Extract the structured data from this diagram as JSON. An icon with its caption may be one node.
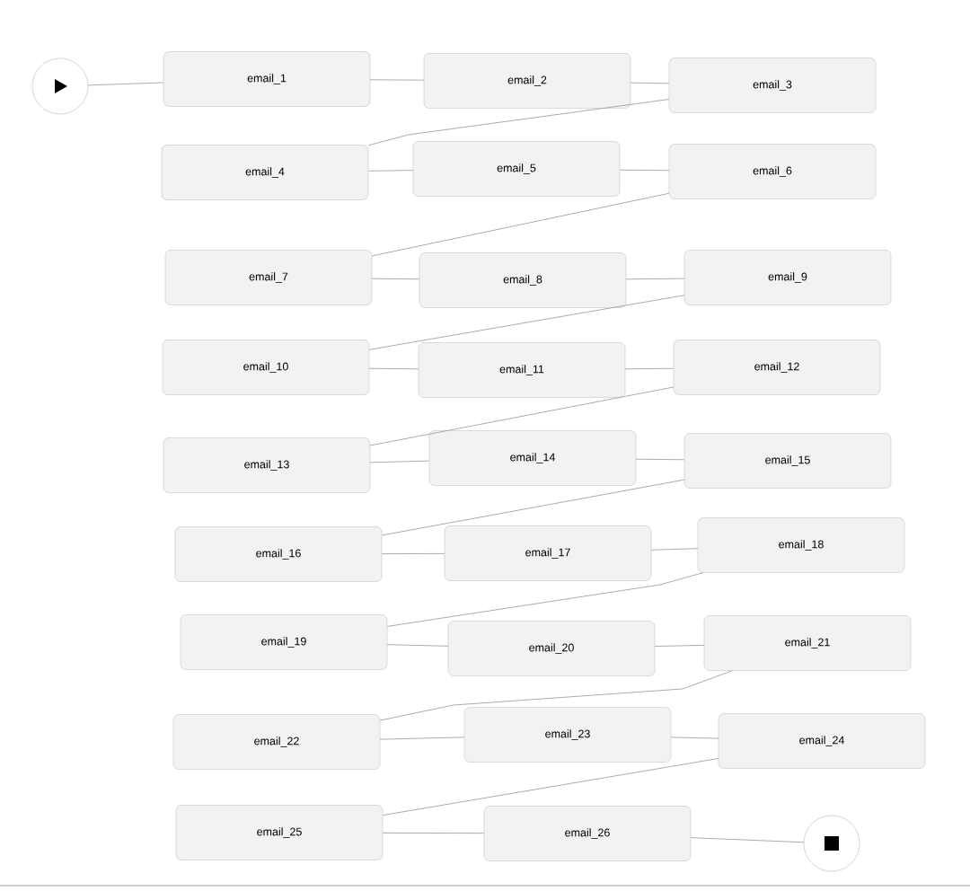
{
  "diagram": {
    "nodes": [
      {
        "text": [],
        "shape": "circle"
      },
      {
        "text": [
          "email_1"
        ]
      },
      {
        "text": [
          "email_2"
        ]
      },
      {
        "text": [
          "email_3"
        ]
      },
      {
        "text": [
          "email_4"
        ]
      },
      {
        "text": [
          "email_5"
        ]
      },
      {
        "text": [
          "email_6"
        ]
      },
      {
        "text": [
          "email_7"
        ]
      },
      {
        "text": [
          "email_8"
        ]
      },
      {
        "text": [
          "email_9"
        ]
      },
      {
        "text": [
          "email_10"
        ]
      },
      {
        "text": [
          "email_11"
        ]
      },
      {
        "text": [
          "email_12"
        ]
      },
      {
        "text": [
          "email_13"
        ]
      },
      {
        "text": [
          "email_14"
        ]
      },
      {
        "text": [
          "email_15"
        ]
      },
      {
        "text": [
          "email_16"
        ]
      },
      {
        "text": [
          "email_17"
        ]
      },
      {
        "text": [
          "email_18"
        ]
      },
      {
        "text": [
          "email_19"
        ]
      },
      {
        "text": [
          "email_20"
        ]
      },
      {
        "text": [
          "email_21"
        ]
      },
      {
        "text": [
          "email_22"
        ]
      },
      {
        "text": [
          "email_23"
        ]
      },
      {
        "text": [
          "email_24"
        ]
      },
      {
        "text": [
          "email_25"
        ]
      },
      {
        "text": [
          "email_26"
        ]
      },
      {
        "text": [],
        "shape": "circle"
      }
    ],
    "edges": [
      {
        "from": 0,
        "to": 1,
        "arrow": "none"
      },
      {
        "from": 1,
        "to": 2,
        "arrow": "none"
      },
      {
        "from": 2,
        "to": 3,
        "arrow": "none"
      },
      {
        "from": 3,
        "to": 4,
        "arrow": "none"
      },
      {
        "from": 4,
        "to": 5,
        "arrow": "none"
      },
      {
        "from": 5,
        "to": 6,
        "arrow": "none"
      },
      {
        "from": 6,
        "to": 7,
        "arrow": "none"
      },
      {
        "from": 7,
        "to": 8,
        "arrow": "none"
      },
      {
        "from": 8,
        "to": 9,
        "arrow": "none"
      },
      {
        "from": 9,
        "to": 10,
        "arrow": "none"
      },
      {
        "from": 10,
        "to": 11,
        "arrow": "none"
      },
      {
        "from": 11,
        "to": 12,
        "arrow": "none"
      },
      {
        "from": 12,
        "to": 13,
        "arrow": "none"
      },
      {
        "from": 13,
        "to": 14,
        "arrow": "none"
      },
      {
        "from": 14,
        "to": 15,
        "arrow": "none"
      },
      {
        "from": 15,
        "to": 16,
        "arrow": "none"
      },
      {
        "from": 16,
        "to": 17,
        "arrow": "none"
      },
      {
        "from": 17,
        "to": 18,
        "arrow": "none"
      },
      {
        "from": 18,
        "to": 19,
        "arrow": "none"
      },
      {
        "from": 19,
        "to": 20,
        "arrow": "none"
      },
      {
        "from": 20,
        "to": 21,
        "arrow": "none"
      },
      {
        "from": 21,
        "to": 22,
        "arrow": "none"
      },
      {
        "from": 22,
        "to": 23,
        "arrow": "none"
      },
      {
        "from": 23,
        "to": 24,
        "arrow": "none"
      },
      {
        "from": 24,
        "to": 25,
        "arrow": "none"
      },
      {
        "from": 25,
        "to": 26,
        "arrow": "none"
      },
      {
        "from": 26,
        "to": 27,
        "arrow": "none"
      }
    ]
  }
}
